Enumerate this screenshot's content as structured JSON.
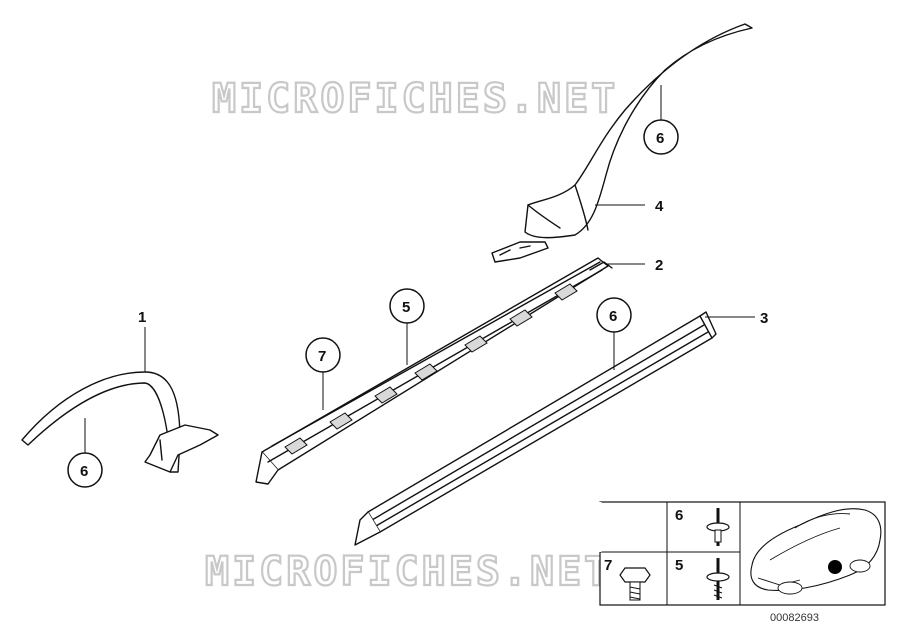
{
  "watermark": {
    "text": "MICROFICHES.NET"
  },
  "callouts": {
    "wheel_arch_front": "1",
    "clip_front": "6",
    "rail_clips": "7",
    "rail_screws": "5",
    "rail": "2",
    "sill_clip": "6",
    "sill": "3",
    "arch_rear_clip": "6",
    "arch_rear": "4"
  },
  "legend": {
    "clip_label": "6",
    "screw_label": "5",
    "bolt_label": "7"
  },
  "reference_number": "00082693",
  "colors": {
    "ink": "#111111",
    "watermark_outline": "#c8c8c8",
    "locator_dot": "#000000"
  }
}
